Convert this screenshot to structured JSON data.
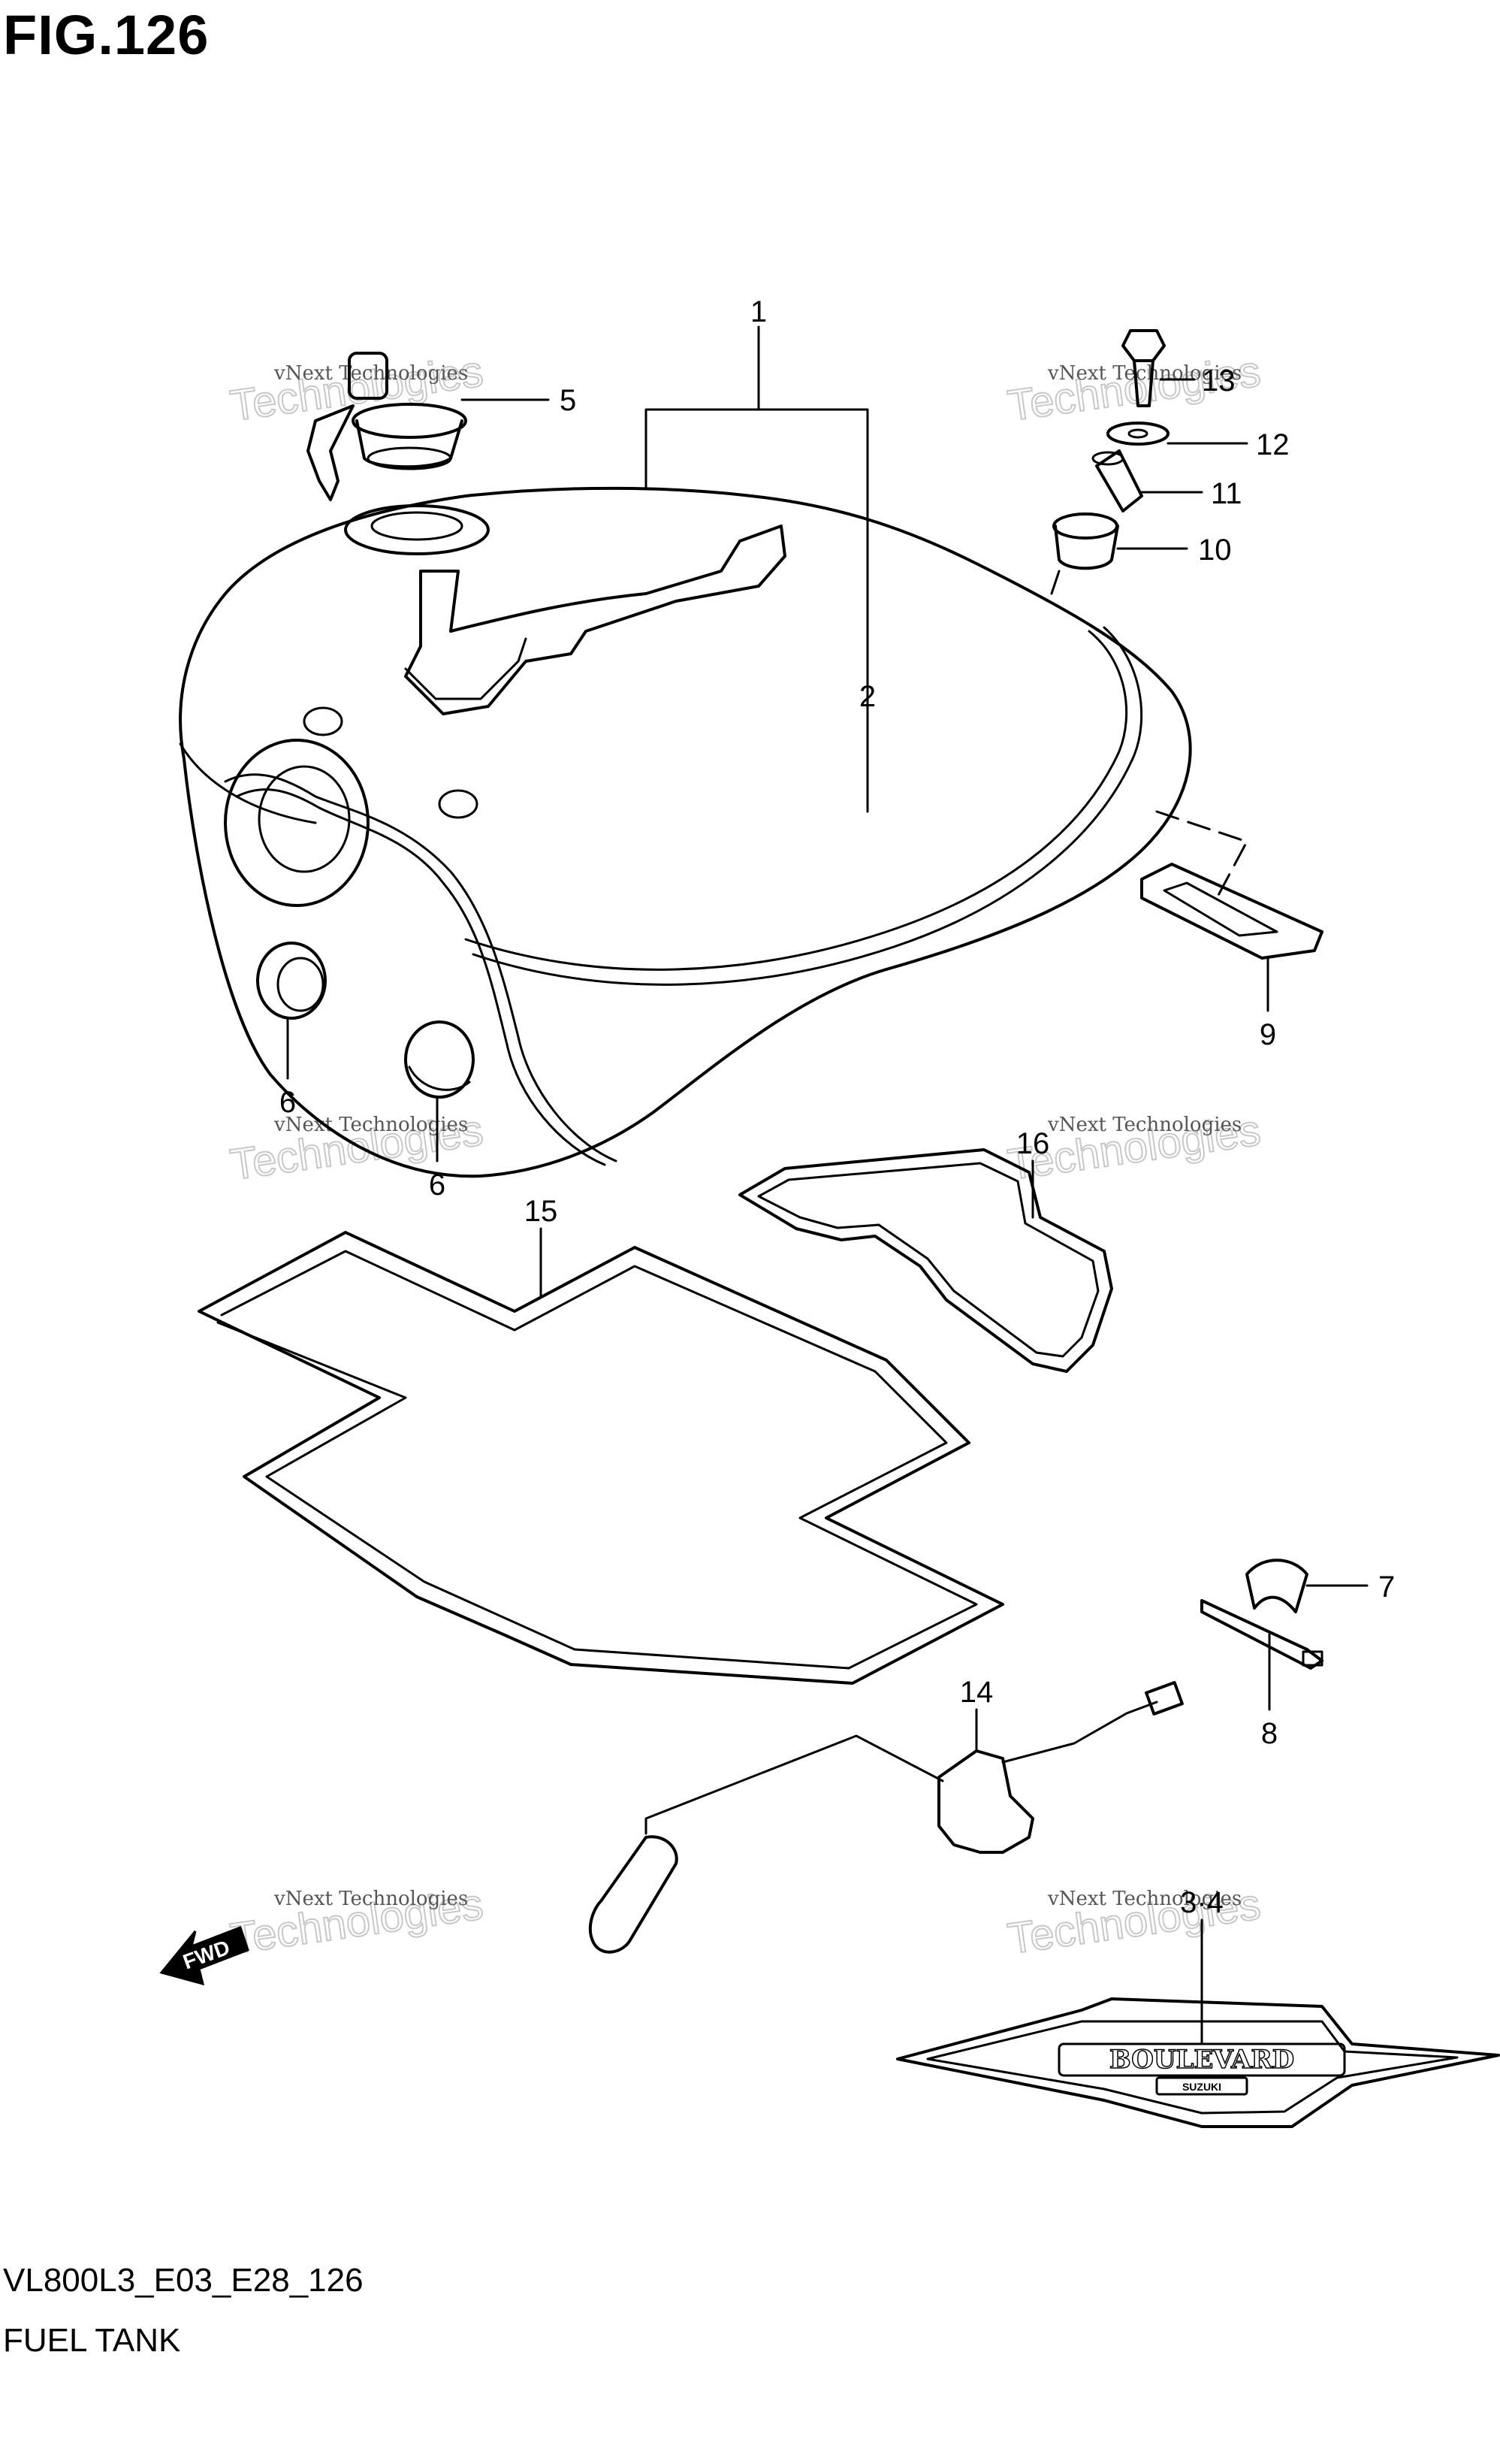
{
  "figure_title": "FIG.126",
  "footer": {
    "code": "VL800L3_E03_E28_126",
    "name": "FUEL TANK"
  },
  "watermark": {
    "line1": "vNext Technologies",
    "line2": "Technologies"
  },
  "callouts": {
    "c1": "1",
    "c2": "2",
    "c34": "3·4",
    "c5": "5",
    "c6a": "6",
    "c6b": "6",
    "c7": "7",
    "c8": "8",
    "c9": "9",
    "c10": "10",
    "c11": "11",
    "c12": "12",
    "c13": "13",
    "c14": "14",
    "c15": "15",
    "c16": "16"
  },
  "emblem": {
    "text": "BOULEVARD",
    "brand": "SUZUKI"
  },
  "fwd_label": "FWD"
}
